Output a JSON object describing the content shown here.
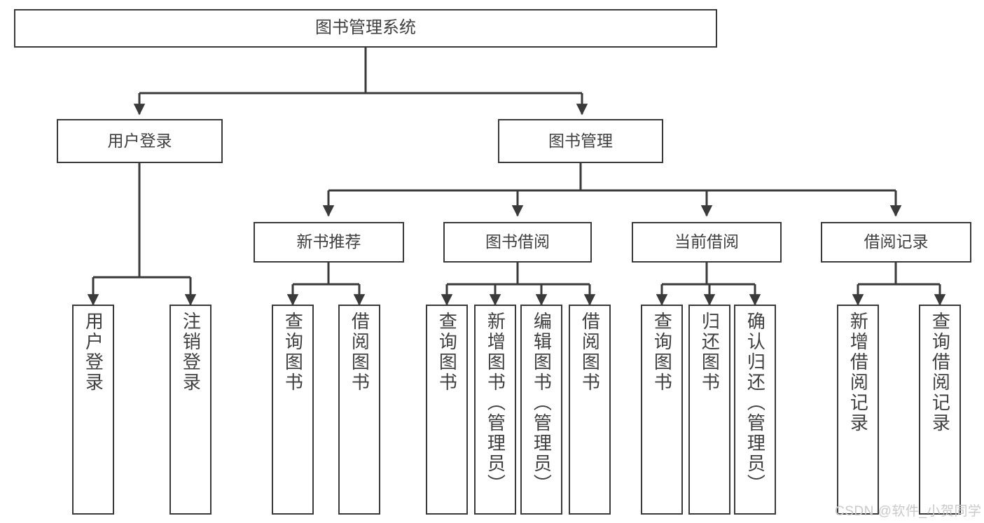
{
  "diagram": {
    "type": "tree-hierarchy",
    "title": "图书管理系统",
    "watermark": "CSDN @软件_小贺同学",
    "colors": {
      "box_border": "#3a3a3a",
      "box_fill": "#ffffff",
      "text": "#3f3f3f",
      "edge": "#3a3a3a",
      "watermark": "#c9c9c9",
      "background": "#ffffff"
    },
    "nodes": {
      "root": {
        "label": "图书管理系统"
      },
      "level2": [
        {
          "id": "user-login",
          "label": "用户登录"
        },
        {
          "id": "book-manage",
          "label": "图书管理"
        }
      ],
      "level3": [
        {
          "id": "new-book-recommend",
          "label": "新书推荐"
        },
        {
          "id": "book-borrow",
          "label": "图书借阅"
        },
        {
          "id": "current-borrow",
          "label": "当前借阅"
        },
        {
          "id": "borrow-record",
          "label": "借阅记录"
        }
      ],
      "leaves": {
        "user-login": [
          {
            "id": "leaf-user-login",
            "label": "用户登录"
          },
          {
            "id": "leaf-logout-login",
            "label": "注销登录"
          }
        ],
        "new-book-recommend": [
          {
            "id": "leaf-query-book-1",
            "label": "查询图书"
          },
          {
            "id": "leaf-borrow-book-1",
            "label": "借阅图书"
          }
        ],
        "book-borrow": [
          {
            "id": "leaf-query-book-2",
            "label": "查询图书"
          },
          {
            "id": "leaf-add-book",
            "label": "新增图书（管理员）"
          },
          {
            "id": "leaf-edit-book",
            "label": "编辑图书（管理员）"
          },
          {
            "id": "leaf-borrow-book-2",
            "label": "借阅图书"
          }
        ],
        "current-borrow": [
          {
            "id": "leaf-query-book-3",
            "label": "查询图书"
          },
          {
            "id": "leaf-return-book",
            "label": "归还图书"
          },
          {
            "id": "leaf-confirm-return",
            "label": "确认归还（管理员）"
          }
        ],
        "borrow-record": [
          {
            "id": "leaf-add-record",
            "label": "新增借阅记录"
          },
          {
            "id": "leaf-query-record",
            "label": "查询借阅记录"
          }
        ]
      }
    }
  }
}
